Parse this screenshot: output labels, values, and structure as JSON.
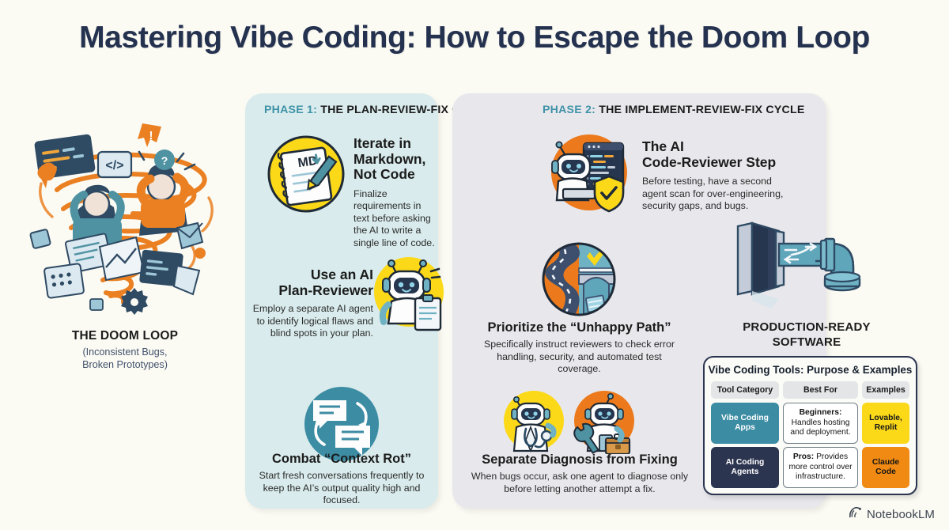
{
  "title": "Mastering Vibe Coding: How to Escape the Doom Loop",
  "background_color": "#fbfbf4",
  "accent_colors": {
    "navy": "#24314f",
    "teal": "#3c8ca3",
    "yellow": "#fcd918",
    "orange": "#ec7a1c",
    "phase1_panel": "#d9ebec",
    "phase2_panel": "#e8e7ec"
  },
  "doom": {
    "icon": "tornado-doom-loop-illustration",
    "caption_title": "THE DOOM LOOP",
    "caption_line1": "(Inconsistent Bugs,",
    "caption_line2": "Broken Prototypes)"
  },
  "phase1": {
    "label": "PHASE 1:",
    "heading": "THE PLAN-REVIEW-FIX CYCLE",
    "items": [
      {
        "icon": "markdown-notebook-icon",
        "heading_line1": "Iterate in",
        "heading_line2": "Markdown,",
        "heading_line3": "Not Code",
        "body": "Finalize requirements in text before asking the AI to write a single line of code.",
        "icon_label": "MD"
      },
      {
        "icon": "robot-clipboard-icon",
        "heading_line1": "Use an AI",
        "heading_line2": "Plan-Reviewer",
        "body": "Employ a separate AI agent to identify logical flaws and blind spots in your plan."
      },
      {
        "icon": "chat-bubbles-refresh-icon",
        "heading_line1": "Combat “Context Rot”",
        "body": "Start fresh conversations frequently to keep the AI’s output quality high and focused."
      }
    ]
  },
  "phase2": {
    "label": "PHASE 2:",
    "heading": "THE IMPLEMENT-REVIEW-FIX CYCLE",
    "items": [
      {
        "icon": "robot-code-shield-icon",
        "heading_line1": "The AI",
        "heading_line2": "Code-Reviewer Step",
        "body": "Before testing, have a second agent scan for over-engineering, security gaps, and bugs."
      },
      {
        "icon": "split-road-bridge-icon",
        "heading_line1": "Prioritize the “Unhappy Path”",
        "body": "Specifically instruct reviewers to check error handling, security, and automated test coverage."
      },
      {
        "icon": "doctor-robot-icon",
        "icon2": "mechanic-robot-icon",
        "heading_line1": "Separate Diagnosis from Fixing",
        "body": "When bugs occur, ask one agent to diagnose only before letting another attempt a fix."
      }
    ]
  },
  "pipeline": {
    "icon": "pipe-output-illustration",
    "caption_line1": "PRODUCTION-READY",
    "caption_line2": "SOFTWARE"
  },
  "tools_table": {
    "title": "Vibe Coding Tools: Purpose & Examples",
    "columns": [
      "Tool Category",
      "Best For",
      "Examples"
    ],
    "rows": [
      {
        "category": "Vibe Coding Apps",
        "best_for_lead": "Beginners:",
        "best_for_rest": "Handles hosting and deployment.",
        "examples": "Lovable, Replit"
      },
      {
        "category": "AI Coding Agents",
        "best_for_lead": "Pros:",
        "best_for_rest": "Provides more control over infrastructure.",
        "examples": "Claude Code"
      }
    ]
  },
  "brand": {
    "icon": "notebooklm-logo-icon",
    "name": "NotebookLM"
  }
}
